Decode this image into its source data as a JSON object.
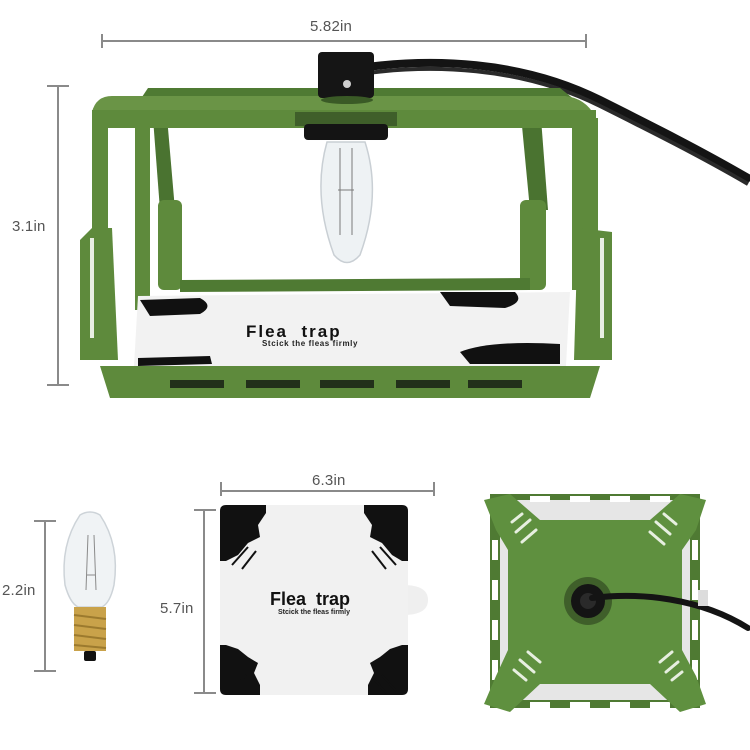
{
  "dimensions": {
    "frame_width": "5.82in",
    "frame_height": "3.1in",
    "bulb_height": "2.2in",
    "pad_width": "6.3in",
    "pad_height": "5.7in"
  },
  "trap_pad": {
    "title": "Flea  trap",
    "subtitle": "Stcick the fleas firmly"
  },
  "colors": {
    "frame_green": "#5e8a3c",
    "frame_dark_green": "#4a7330",
    "cord_black": "#141414",
    "pad_white": "#f2f2f2",
    "dim_line": "#8a8a8a",
    "dim_text": "#555555",
    "bulb_brass": "#c9a24a"
  }
}
